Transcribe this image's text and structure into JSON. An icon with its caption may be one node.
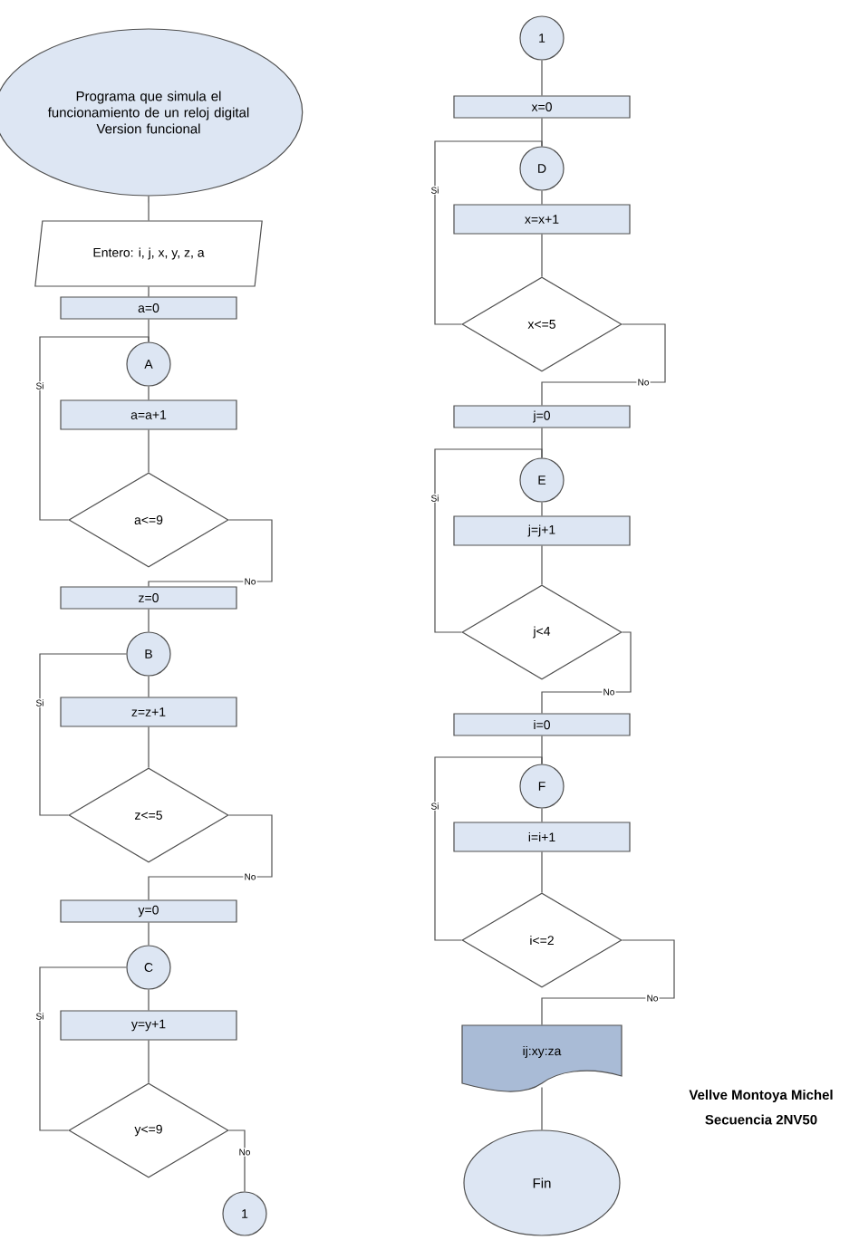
{
  "diagram": {
    "nodes": [
      {
        "text": [
          "Programa que simula el funcionamiento de un reloj digital",
          "Version funcional"
        ]
      },
      {
        "text": [
          "Entero: i, j, x, y, z, a"
        ]
      },
      {
        "text": [
          "a=0"
        ]
      },
      {
        "text": [
          "A"
        ]
      },
      {
        "text": [
          "a=a+1"
        ]
      },
      {
        "text": [
          "a<=9"
        ]
      },
      {
        "text": [
          "z=0"
        ]
      },
      {
        "text": [
          "B"
        ]
      },
      {
        "text": [
          "z=z+1"
        ]
      },
      {
        "text": [
          "z<=5"
        ]
      },
      {
        "text": [
          "y=0"
        ]
      },
      {
        "text": [
          "C"
        ]
      },
      {
        "text": [
          "y=y+1"
        ]
      },
      {
        "text": [
          "y<=9"
        ]
      },
      {
        "text": [
          "1"
        ]
      },
      {
        "text": [
          "1"
        ]
      },
      {
        "text": [
          "x=0"
        ]
      },
      {
        "text": [
          "D"
        ]
      },
      {
        "text": [
          "x=x+1"
        ]
      },
      {
        "text": [
          "x<=5"
        ]
      },
      {
        "text": [
          "j=0"
        ]
      },
      {
        "text": [
          "E"
        ]
      },
      {
        "text": [
          "j=j+1"
        ]
      },
      {
        "text": [
          "j<4"
        ]
      },
      {
        "text": [
          "i=0"
        ]
      },
      {
        "text": [
          "F"
        ]
      },
      {
        "text": [
          "i=i+1"
        ]
      },
      {
        "text": [
          "i<=2"
        ]
      },
      {
        "text": [
          "ij:xy:za"
        ]
      },
      {
        "text": [
          "Fin"
        ]
      }
    ],
    "edges": [
      {
        "from": 0,
        "to": 1,
        "arrow": "none"
      },
      {
        "from": 1,
        "to": 2,
        "arrow": "none"
      },
      {
        "from": 2,
        "to": 3,
        "arrow": "none"
      },
      {
        "from": 3,
        "to": 4,
        "arrow": "none"
      },
      {
        "from": 4,
        "to": 5,
        "arrow": "none"
      },
      {
        "from": 5,
        "to": 3,
        "arrow": "none",
        "label": "Si"
      },
      {
        "from": 5,
        "to": 6,
        "arrow": "none",
        "label": "No"
      },
      {
        "from": 6,
        "to": 7,
        "arrow": "none"
      },
      {
        "from": 7,
        "to": 8,
        "arrow": "none"
      },
      {
        "from": 8,
        "to": 9,
        "arrow": "none"
      },
      {
        "from": 9,
        "to": 7,
        "arrow": "none",
        "label": "Si"
      },
      {
        "from": 9,
        "to": 10,
        "arrow": "none",
        "label": "No"
      },
      {
        "from": 10,
        "to": 11,
        "arrow": "none"
      },
      {
        "from": 11,
        "to": 12,
        "arrow": "none"
      },
      {
        "from": 12,
        "to": 13,
        "arrow": "none"
      },
      {
        "from": 13,
        "to": 11,
        "arrow": "none",
        "label": "Si"
      },
      {
        "from": 13,
        "to": 14,
        "arrow": "none",
        "label": "No"
      },
      {
        "from": 15,
        "to": 16,
        "arrow": "none"
      },
      {
        "from": 16,
        "to": 17,
        "arrow": "none"
      },
      {
        "from": 17,
        "to": 18,
        "arrow": "none"
      },
      {
        "from": 18,
        "to": 19,
        "arrow": "none"
      },
      {
        "from": 19,
        "to": 17,
        "arrow": "none",
        "label": "Si"
      },
      {
        "from": 19,
        "to": 20,
        "arrow": "none",
        "label": "No"
      },
      {
        "from": 20,
        "to": 21,
        "arrow": "none"
      },
      {
        "from": 21,
        "to": 22,
        "arrow": "none"
      },
      {
        "from": 22,
        "to": 23,
        "arrow": "none"
      },
      {
        "from": 23,
        "to": 21,
        "arrow": "none",
        "label": "Si"
      },
      {
        "from": 23,
        "to": 24,
        "arrow": "none",
        "label": "No"
      },
      {
        "from": 24,
        "to": 25,
        "arrow": "none"
      },
      {
        "from": 25,
        "to": 26,
        "arrow": "none"
      },
      {
        "from": 26,
        "to": 27,
        "arrow": "none"
      },
      {
        "from": 27,
        "to": 25,
        "arrow": "none",
        "label": "Si"
      },
      {
        "from": 27,
        "to": 28,
        "arrow": "none",
        "label": "No"
      },
      {
        "from": 28,
        "to": 29,
        "arrow": "none"
      }
    ],
    "labels": [
      "Vellve Montoya Michel",
      "Secuencia 2NV50"
    ]
  }
}
